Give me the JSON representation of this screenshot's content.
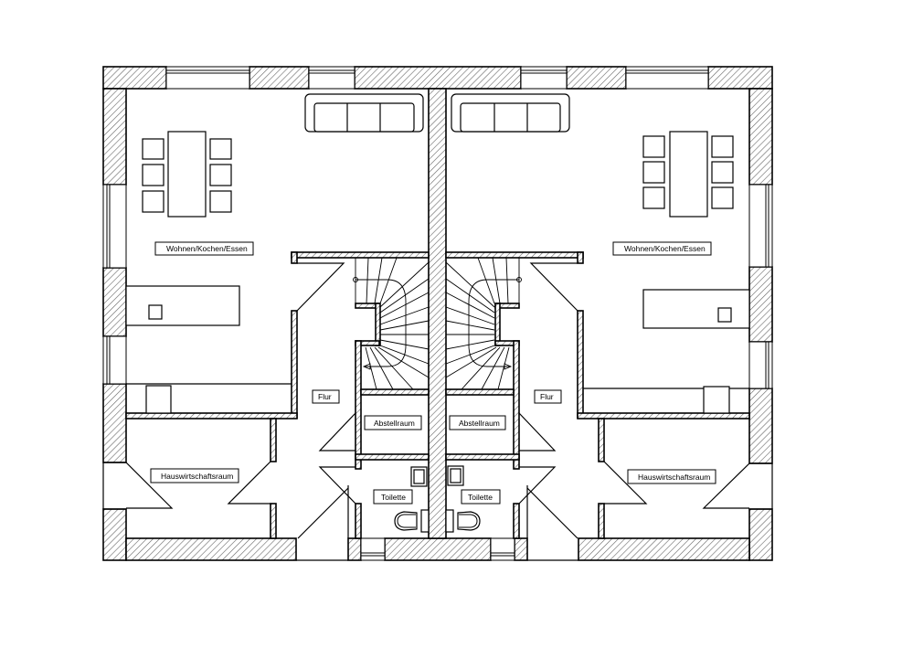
{
  "drawing": {
    "type": "floor-plan",
    "description": "Ground floor plan of a semi-detached house (Doppelhaus), mirrored left/right units",
    "units": [
      {
        "side": "left",
        "rooms": {
          "living": "Wohnen/Kochen/Essen",
          "hallway": "Flur",
          "storage": "Abstellraum",
          "utility": "Hauswirtschaftsraum",
          "toilet": "Toilette"
        }
      },
      {
        "side": "right",
        "rooms": {
          "living": "Wohnen/Kochen/Essen",
          "hallway": "Flur",
          "storage": "Abstellraum",
          "utility": "Hauswirtschaftsraum",
          "toilet": "Toilette"
        }
      }
    ],
    "furniture": [
      "sofa",
      "dining-table",
      "chairs-6",
      "kitchen-island",
      "sink",
      "toilet-bowl",
      "washbasin",
      "staircase"
    ],
    "colors": {
      "line": "#000000",
      "background": "#ffffff",
      "hatch": "#555555"
    }
  }
}
